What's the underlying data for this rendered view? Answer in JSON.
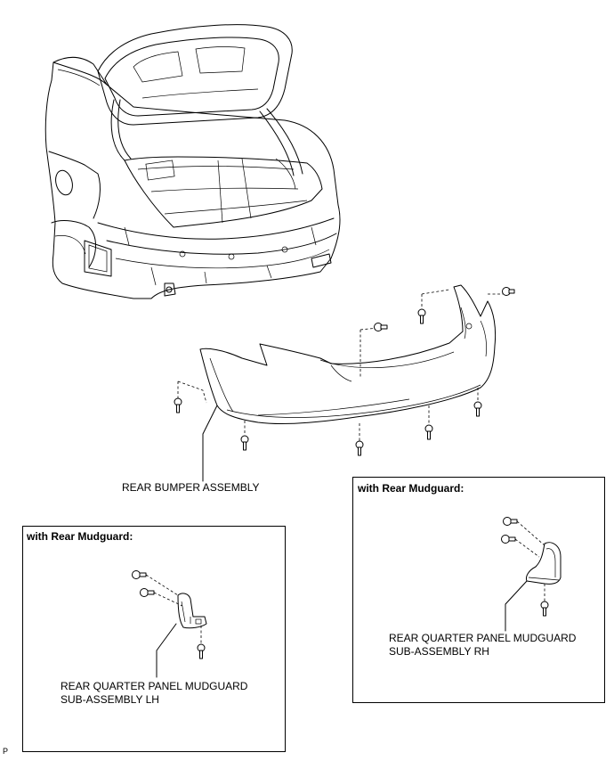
{
  "labels": {
    "rear_bumper": "REAR BUMPER ASSEMBLY",
    "lh_line1": "REAR QUARTER PANEL MUDGUARD",
    "lh_line2": "SUB-ASSEMBLY LH",
    "rh_line1": "REAR QUARTER PANEL MUDGUARD",
    "rh_line2": "SUB-ASSEMBLY RH",
    "corner_mark": "P"
  },
  "boxes": {
    "left_title": "with Rear Mudguard:",
    "right_title": "with Rear Mudguard:"
  }
}
